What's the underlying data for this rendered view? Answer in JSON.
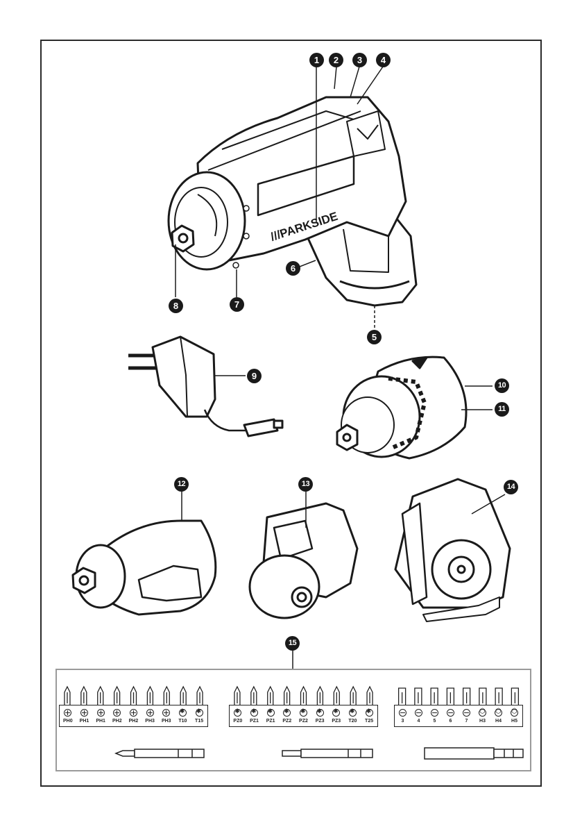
{
  "callouts": {
    "c1": "1",
    "c2": "2",
    "c3": "3",
    "c4": "4",
    "c5": "5",
    "c6": "6",
    "c7": "7",
    "c8": "8",
    "c9": "9",
    "c10": "10",
    "c11": "11",
    "c12": "12",
    "c13": "13",
    "c14": "14",
    "c15": "15"
  },
  "brand": "///PARKSIDE",
  "bit_sets": [
    {
      "labels": [
        "PH0",
        "PH1",
        "PH1",
        "PH2",
        "PH2",
        "PH3",
        "PH3",
        "T10",
        "T15"
      ],
      "heads": [
        "phillips",
        "phillips",
        "phillips",
        "phillips",
        "phillips",
        "phillips",
        "phillips",
        "star",
        "star"
      ]
    },
    {
      "labels": [
        "PZ0",
        "PZ1",
        "PZ1",
        "PZ2",
        "PZ2",
        "PZ3",
        "PZ3",
        "T20",
        "T25"
      ],
      "heads": [
        "star",
        "star",
        "star",
        "star",
        "star",
        "star",
        "star",
        "star",
        "star"
      ]
    },
    {
      "labels": [
        "3",
        "4",
        "5",
        "6",
        "7",
        "H3",
        "H4",
        "H5"
      ],
      "heads": [
        "slot",
        "slot",
        "slot",
        "slot",
        "slot",
        "hex",
        "hex",
        "hex"
      ]
    }
  ]
}
